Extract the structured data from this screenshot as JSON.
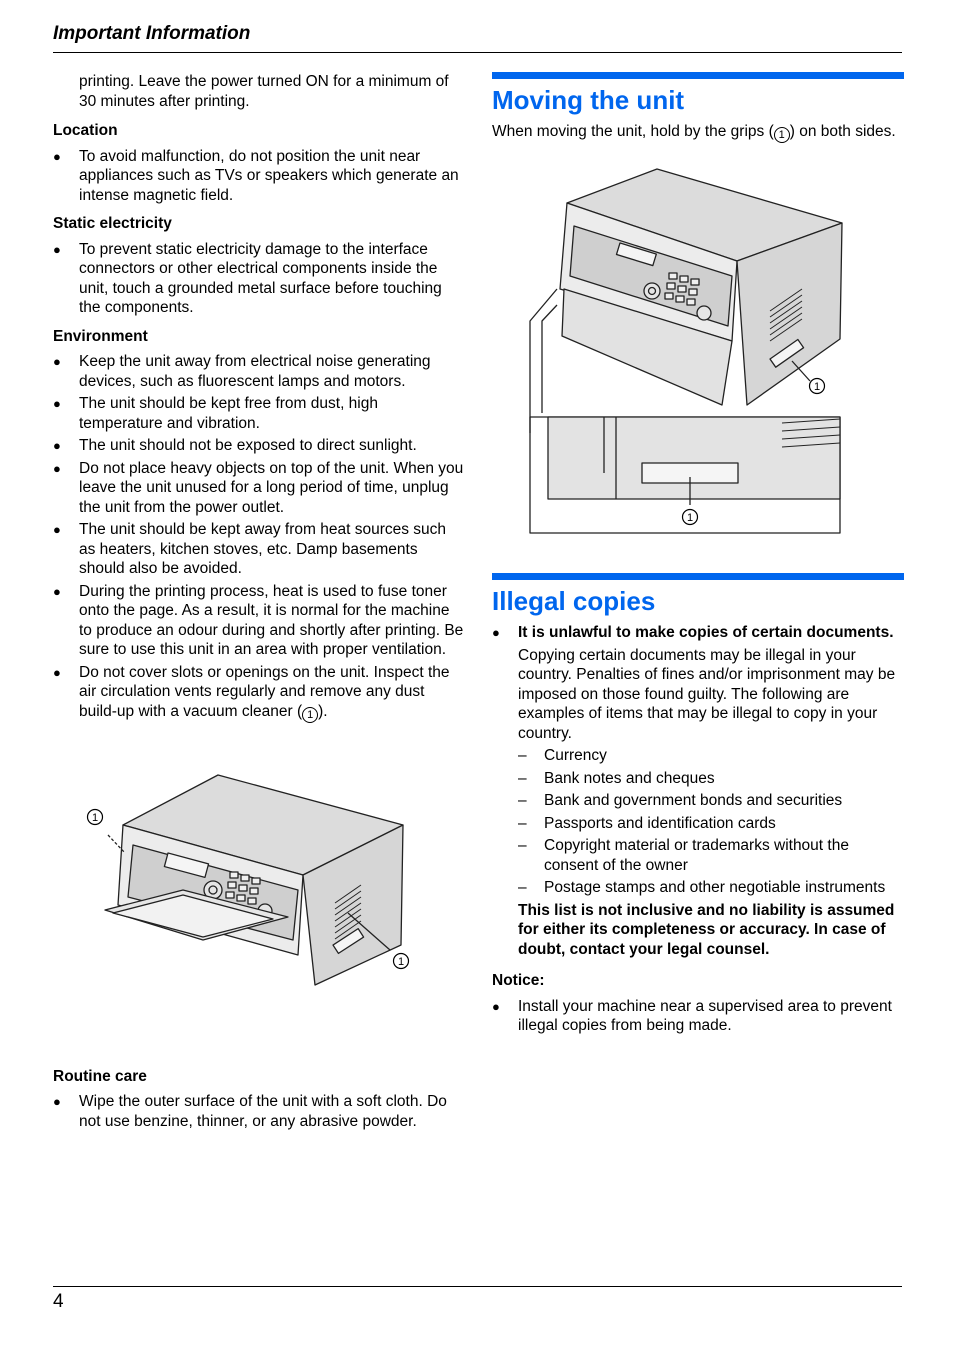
{
  "header": {
    "title": "Important Information"
  },
  "footer": {
    "page_number": "4"
  },
  "left_column": {
    "continued_text": "printing. Leave the power turned ON for a minimum of 30 minutes after printing.",
    "location": {
      "heading": "Location",
      "items": [
        "To avoid malfunction, do not position the unit near appliances such as TVs or speakers which generate an intense magnetic field."
      ]
    },
    "static": {
      "heading": "Static electricity",
      "items": [
        "To prevent static electricity damage to the interface connectors or other electrical components inside the unit, touch a grounded metal surface before touching the components."
      ]
    },
    "environment": {
      "heading": "Environment",
      "items": [
        "Keep the unit away from electrical noise generating devices, such as fluorescent lamps and motors.",
        "The unit should be kept free from dust, high temperature and vibration.",
        "The unit should not be exposed to direct sunlight.",
        "Do not place heavy objects on top of the unit. When you leave the unit unused for a long period of time, unplug the unit from the power outlet.",
        "The unit should be kept away from heat sources such as heaters, kitchen stoves, etc. Damp basements should also be avoided.",
        "During the printing process, heat is used to fuse toner onto the page. As a result, it is normal for the machine to produce an odour during and shortly after printing. Be sure to use this unit in an area with proper ventilation."
      ],
      "last_item_before": "Do not cover slots or openings on the unit. Inspect the air circulation vents regularly and remove any dust build-up with a vacuum cleaner (",
      "last_item_after": ")."
    },
    "routine": {
      "heading": "Routine care",
      "items": [
        "Wipe the outer surface of the unit with a soft cloth. Do not use benzine, thinner, or any abrasive powder."
      ]
    }
  },
  "callout_marker": "1",
  "bullet_symbol": "●",
  "dash_symbol": "–",
  "right_column": {
    "moving": {
      "title": "Moving the unit",
      "text_before": "When moving the unit, hold by the grips (",
      "text_after": ") on both sides."
    },
    "illegal": {
      "title": "Illegal copies",
      "lead_bold": "It is unlawful to make copies of certain documents.",
      "paragraph": "Copying certain documents may be illegal in your country. Penalties of fines and/or imprisonment may be imposed on those found guilty. The following are examples of items that may be illegal to copy in your country.",
      "list": [
        "Currency",
        "Bank notes and cheques",
        "Bank and government bonds and securities",
        "Passports and identification cards",
        "Copyright material or trademarks without the consent of the owner",
        "Postage stamps and other negotiable instruments"
      ],
      "disclaimer": "This list is not inclusive and no liability is assumed for either its completeness or accuracy. In case of doubt, contact your legal counsel."
    },
    "notice": {
      "heading": "Notice:",
      "items": [
        "Install your machine near a supervised area to prevent illegal copies from being made."
      ]
    }
  }
}
